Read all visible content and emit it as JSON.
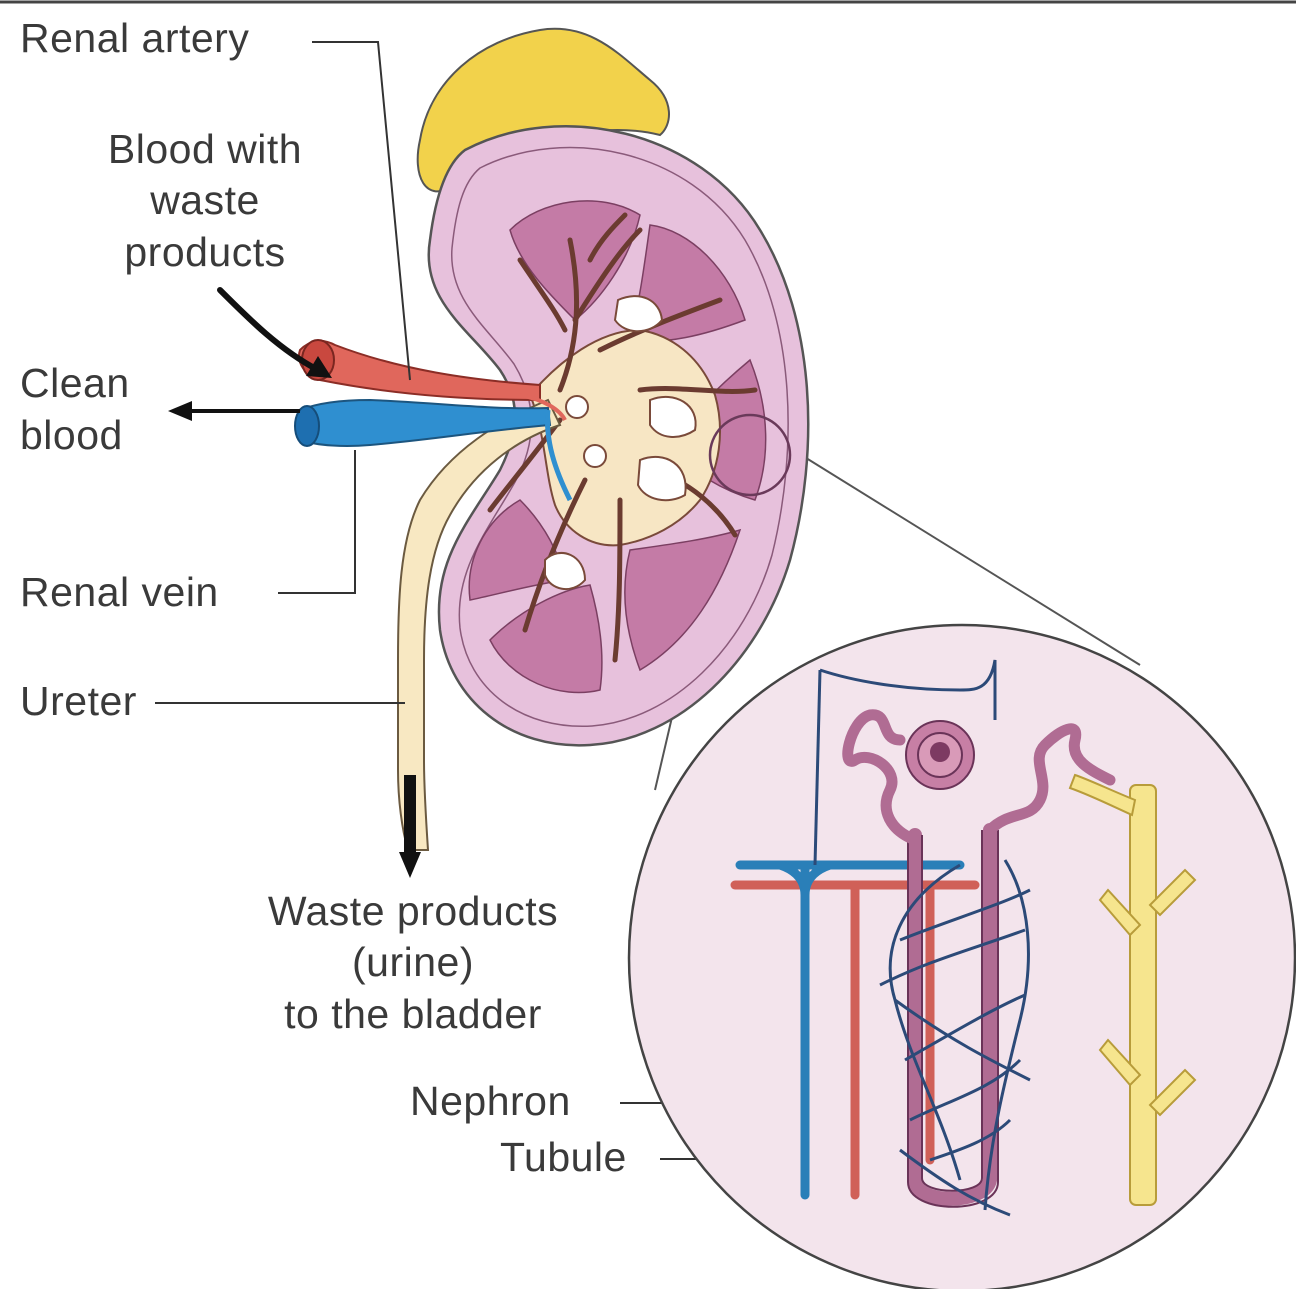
{
  "diagram": {
    "labels": {
      "renal_artery": "Renal artery",
      "blood_waste": [
        "Blood with",
        "waste",
        "products"
      ],
      "clean_blood": [
        "Clean",
        "blood"
      ],
      "renal_vein": "Renal vein",
      "ureter": "Ureter",
      "waste_urine": [
        "Waste products",
        "(urine)",
        "to the bladder"
      ],
      "nephron": "Nephron",
      "tubule": "Tubule"
    },
    "colors": {
      "adrenal_gland": "#f2d24b",
      "kidney_cortex": "#e7c1dc",
      "kidney_medulla": "#c47ba6",
      "renal_pelvis": "#f7e6c4",
      "artery": "#e0675c",
      "vein": "#2f8fd0",
      "ureter": "#f8e8c2",
      "inset_background": "#f3e4ec",
      "tubule": "#f6e58e",
      "nephron": "#b06c93"
    }
  }
}
